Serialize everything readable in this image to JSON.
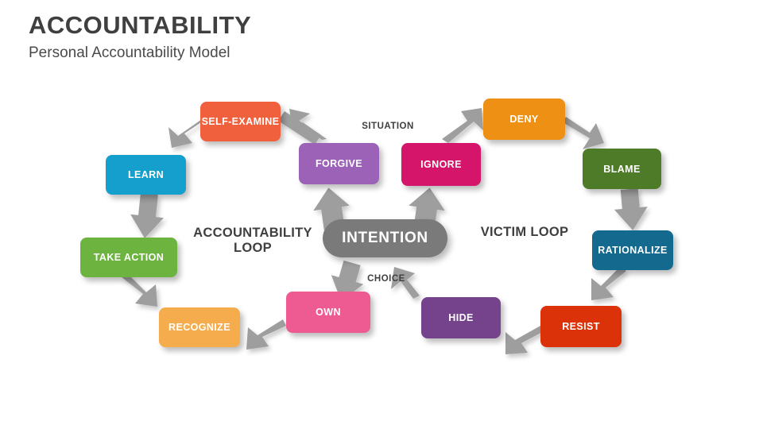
{
  "header": {
    "title": "ACCOUNTABILITY",
    "subtitle": "Personal Accountability Model"
  },
  "diagram": {
    "center": {
      "label": "INTENTION",
      "color": "#7a7a7a"
    },
    "loop_labels": {
      "accountability": "ACCOUNTABILITY\nLOOP",
      "accountability_line1": "ACCOUNTABILITY",
      "accountability_line2": "LOOP",
      "victim": "VICTIM LOOP",
      "situation": "SITUATION",
      "choice": "CHOICE"
    },
    "accountability_loop": {
      "name": "ACCOUNTABILITY LOOP",
      "nodes": [
        {
          "label": "FORGIVE",
          "color": "#9b62b8"
        },
        {
          "label": "SELF-EXAMINE",
          "color": "#f0603c"
        },
        {
          "label": "LEARN",
          "color": "#159fcc"
        },
        {
          "label": "TAKE ACTION",
          "color": "#6cb33f"
        },
        {
          "label": "RECOGNIZE",
          "color": "#f5ac4c"
        },
        {
          "label": "OWN",
          "color": "#ee5a92"
        }
      ]
    },
    "victim_loop": {
      "name": "VICTIM LOOP",
      "nodes": [
        {
          "label": "IGNORE",
          "color": "#d4156a"
        },
        {
          "label": "DENY",
          "color": "#ee9013"
        },
        {
          "label": "BLAME",
          "color": "#4e7b28"
        },
        {
          "label": "RATIONALIZE",
          "color": "#14698f"
        },
        {
          "label": "RESIST",
          "color": "#db3209"
        },
        {
          "label": "HIDE",
          "color": "#74438c"
        }
      ]
    },
    "arrow_color": "#9e9e9e"
  }
}
